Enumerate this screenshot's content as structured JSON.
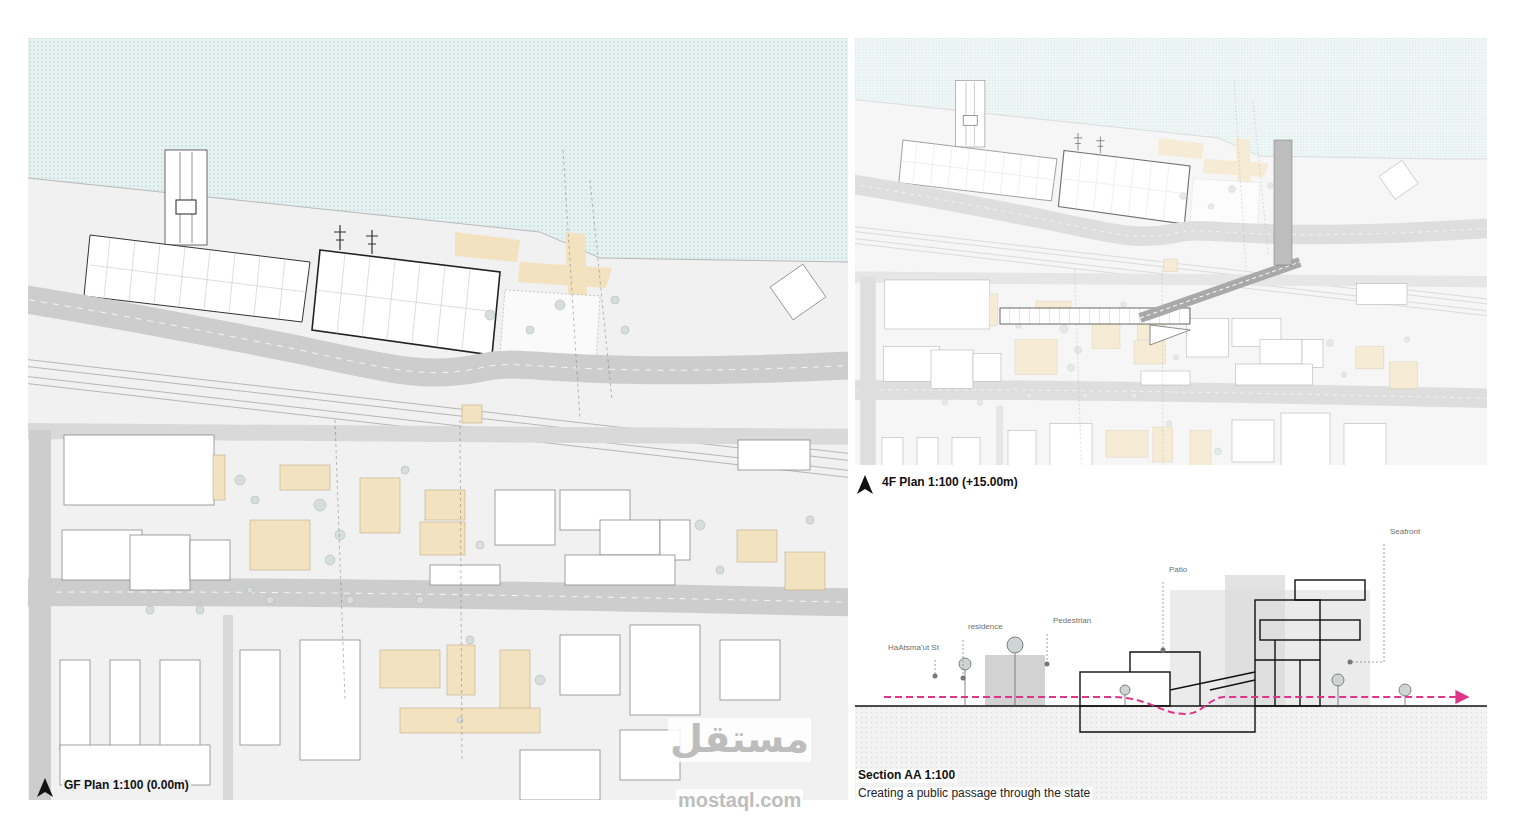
{
  "diagram": {
    "labels": [
      "HaAtsma'ut St",
      "residence",
      "Pedestrian",
      "Patio",
      "Seafront",
      "4F Plan 1:100 (+15.00m)",
      "GF Plan 1:100 (0.00m)",
      "Section AA 1:100",
      "Creating a public passage through the state",
      "مستقل",
      "mostaql.com"
    ]
  }
}
